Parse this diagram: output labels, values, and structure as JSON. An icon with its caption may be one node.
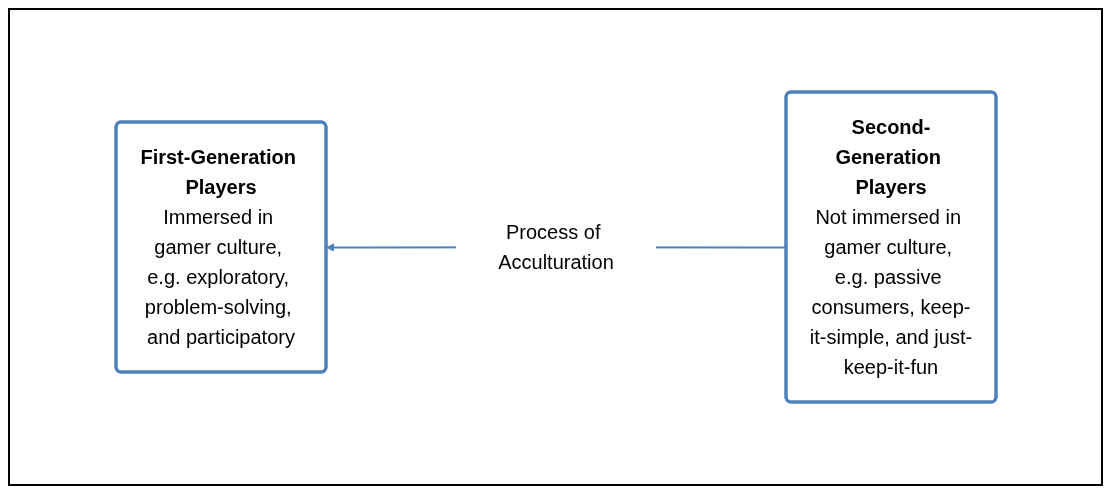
{
  "diagram": {
    "nodes": [
      {
        "text": [
          "First-Generation Players",
          "Immersed in gamer culture, e.g. exploratory, problem-solving, and participatory"
        ]
      },
      {
        "text": [
          "Second-Generation Players",
          "Not immersed in gamer culture, e.g. passive consumers, keep-it-simple, and just-keep-it-fun"
        ]
      }
    ],
    "edges": [
      {
        "from": 1,
        "to": 0,
        "arrow": "to",
        "label": "Process of Acculturation"
      }
    ]
  }
}
